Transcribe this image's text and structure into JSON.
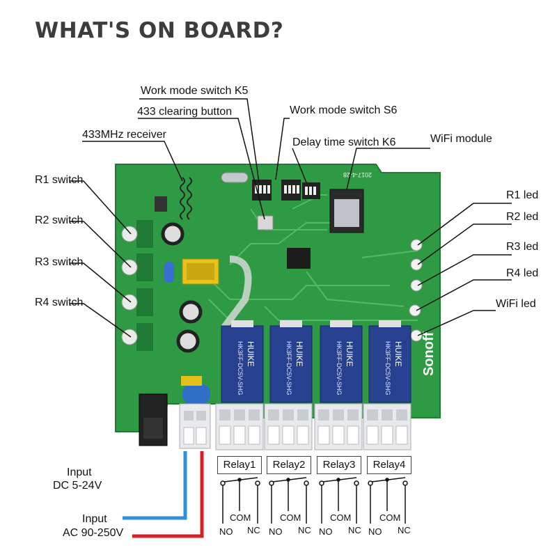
{
  "title": "WHAT'S ON BOARD?",
  "colors": {
    "pcb": "#2f9a44",
    "pcb_dark": "#1f7a33",
    "relay_blue": "#27408f",
    "terminal_gray": "#e7e9ec",
    "wire_blue": "#2f8fd9",
    "wire_red": "#d42027"
  },
  "callouts": {
    "work_mode_k5": "Work mode switch K5",
    "clearing_button": "433 clearing button",
    "receiver": "433MHz receiver",
    "work_mode_s6": "Work mode switch S6",
    "delay_switch": "Delay time switch K6",
    "wifi_module": "WiFi module",
    "r1_switch": "R1 switch",
    "r2_switch": "R2 switch",
    "r3_switch": "R3 switch",
    "r4_switch": "R4 switch",
    "r1_led": "R1 led",
    "r2_led": "R2 led",
    "r3_led": "R3 led",
    "r4_led": "R4 led",
    "wifi_led": "WiFi led"
  },
  "inputs": {
    "dc_line1": "Input",
    "dc_line2": "DC 5-24V",
    "ac_line1": "Input",
    "ac_line2": "AC 90-250V"
  },
  "relays": [
    {
      "label": "Relay1",
      "no": "NO",
      "com": "COM",
      "nc": "NC"
    },
    {
      "label": "Relay2",
      "no": "NO",
      "com": "COM",
      "nc": "NC"
    },
    {
      "label": "Relay3",
      "no": "NO",
      "com": "COM",
      "nc": "NC"
    },
    {
      "label": "Relay4",
      "no": "NO",
      "com": "COM",
      "nc": "NC"
    }
  ],
  "board": {
    "brand": "Sonoff",
    "pcb_date": "2017-4-28",
    "relay_text": "HUIKE",
    "relay_model": "HK3FF-DC5V-SHG"
  }
}
